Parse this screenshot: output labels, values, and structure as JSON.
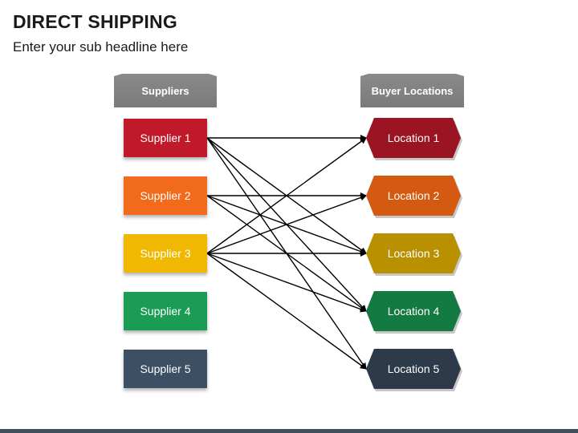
{
  "title": "DIRECT SHIPPING",
  "subtitle": "Enter your sub headline here",
  "headers": {
    "suppliers": "Suppliers",
    "locations": "Buyer Locations"
  },
  "suppliers": [
    {
      "label": "Supplier 1",
      "color": "#c0192b"
    },
    {
      "label": "Supplier 2",
      "color": "#f26a1b"
    },
    {
      "label": "Supplier 3",
      "color": "#f0b800"
    },
    {
      "label": "Supplier 4",
      "color": "#1a9c55"
    },
    {
      "label": "Supplier 5",
      "color": "#3d4f63"
    }
  ],
  "locations": [
    {
      "label": "Location 1",
      "color": "#9b1423"
    },
    {
      "label": "Location 2",
      "color": "#d45a12"
    },
    {
      "label": "Location 3",
      "color": "#b89000"
    },
    {
      "label": "Location 4",
      "color": "#137a42"
    },
    {
      "label": "Location 5",
      "color": "#2d3a4a"
    }
  ],
  "connections": [
    {
      "from": 1,
      "to": 1
    },
    {
      "from": 1,
      "to": 3
    },
    {
      "from": 1,
      "to": 4
    },
    {
      "from": 1,
      "to": 5
    },
    {
      "from": 2,
      "to": 2
    },
    {
      "from": 2,
      "to": 3
    },
    {
      "from": 2,
      "to": 4
    },
    {
      "from": 3,
      "to": 1
    },
    {
      "from": 3,
      "to": 2
    },
    {
      "from": 3,
      "to": 3
    },
    {
      "from": 3,
      "to": 4
    },
    {
      "from": 3,
      "to": 5
    }
  ]
}
